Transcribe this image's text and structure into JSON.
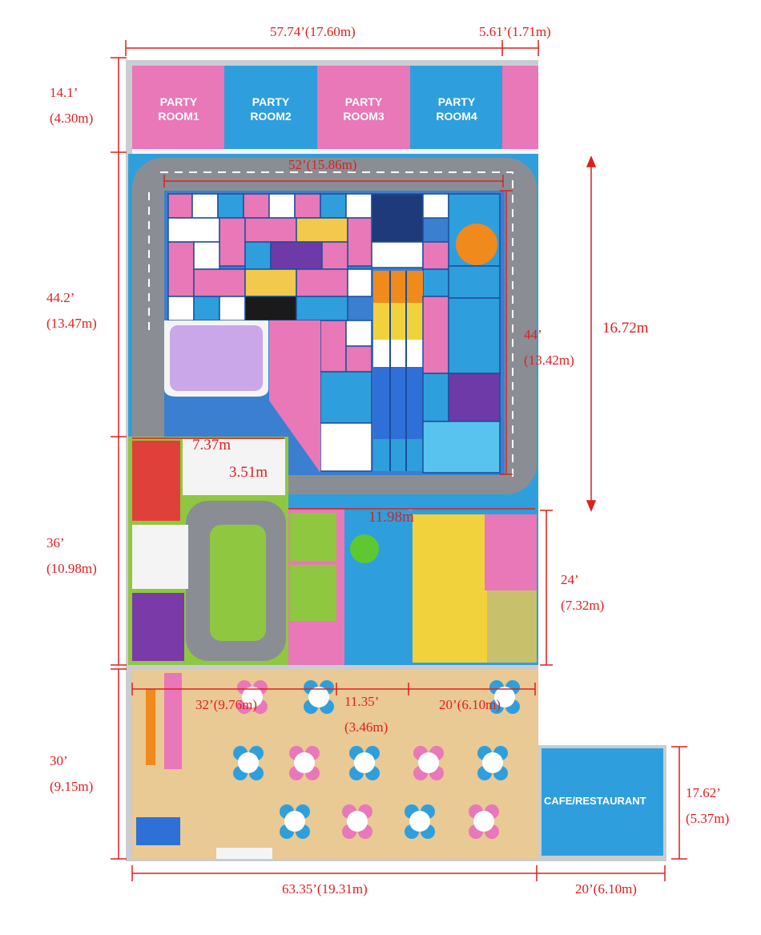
{
  "colors": {
    "pink": "#e878b8",
    "blue": "#2e9fdc",
    "grass": "#8fc840",
    "road": "#8a8e94",
    "wood": "#e9c994",
    "dimension": "#e01e1e"
  },
  "rooms": [
    {
      "line1": "PARTY",
      "line2": "ROOM1"
    },
    {
      "line1": "PARTY",
      "line2": "ROOM2"
    },
    {
      "line1": "PARTY",
      "line2": "ROOM3"
    },
    {
      "line1": "PARTY",
      "line2": "ROOM4"
    }
  ],
  "cafe": {
    "label": "CAFE/RESTAURANT"
  },
  "dimensions": {
    "top_width": "57.74’(17.60m)",
    "top_side": "5.61’(1.71m)",
    "party_height_ft": "14.1’",
    "party_height_m": "(4.30m)",
    "play_width": "52’(15.86m)",
    "play_height_ft": "44.2’",
    "play_height_m": "(13.47m)",
    "inner_height_ft": "44’",
    "inner_height_m": "(13.42m)",
    "right_total": "16.72m",
    "toddler_width": "7.37m",
    "toddler_sub": "3.51m",
    "mid_width": "11.98m",
    "mid_height_ft": "36’",
    "mid_height_m": "(10.98m)",
    "right_mid_ft": "24’",
    "right_mid_m": "(7.32m)",
    "dining_left": "32’(9.76m)",
    "dining_mid_ft": "11.35’",
    "dining_mid_m": "(3.46m)",
    "dining_right": "20’(6.10m)",
    "dining_height_ft": "30’",
    "dining_height_m": "(9.15m)",
    "cafe_height_ft": "17.62’",
    "cafe_height_m": "(5.37m)",
    "bottom_width": "63.35’(19.31m)",
    "bottom_cafe": "20’(6.10m)"
  }
}
